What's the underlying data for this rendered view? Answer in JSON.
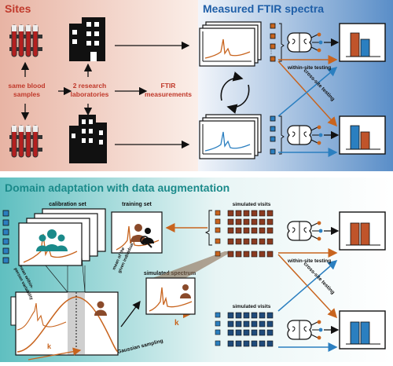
{
  "top_left": {
    "title": "Sites",
    "same_blood_1": "same blood",
    "same_blood_2": "samples",
    "labs_1": "2 research",
    "labs_2": "laboratories",
    "ftir_1": "FTIR",
    "ftir_2": "measurements"
  },
  "top_right": {
    "title": "Measured FTIR spectra",
    "within_site": "within-site testing",
    "cross_site": "cross-site testing"
  },
  "bottom": {
    "title": "Domain adaptation with data augmentation",
    "calibration_set": "calibration set",
    "training_set": "training set",
    "simulated_spectrum": "simulated spectrum",
    "simulated_visits_top": "simulated visits",
    "simulated_visits_bottom": "simulated visits",
    "within_site": "within-site testing",
    "cross_site": "cross-site testing",
    "gaussian_sampling": "Gaussian sampling",
    "mean_within_1": "mean within-",
    "mean_within_2": "person variability",
    "mean_individual_1": "mean of the",
    "mean_individual_2": "given individual",
    "k_label_1": "k",
    "k_label_2": "k"
  },
  "colors": {
    "orange": "#c8641e",
    "blue": "#2b7fc0",
    "dark_orange_bar": "#c0542a",
    "teal_title": "#1a8a8a",
    "red_title": "#c0392b",
    "blue_title": "#1f5fa8"
  },
  "icons": [
    "building-icon",
    "test-tubes-icon",
    "brain-network-icon",
    "bar-chart-icon",
    "cycle-arrows-icon",
    "people-group-icon",
    "person-icon",
    "search-people-icon"
  ]
}
